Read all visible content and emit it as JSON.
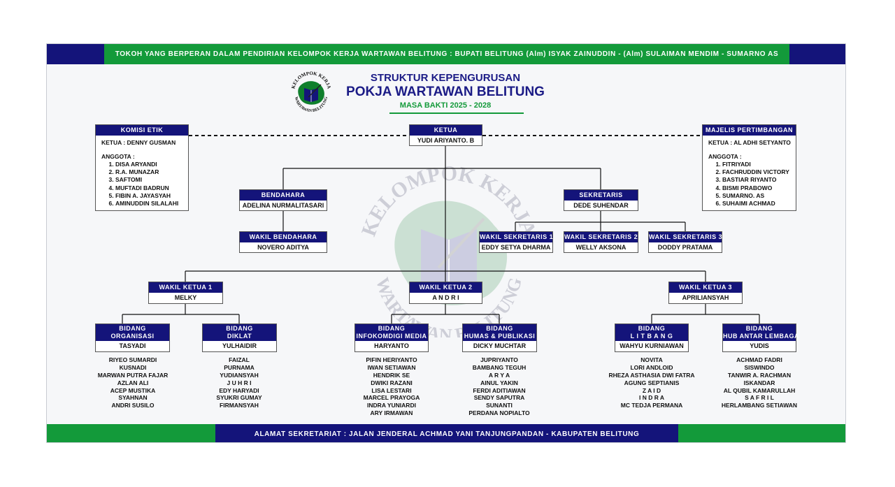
{
  "top_banner": "TOKOH YANG BERPERAN DALAM PENDIRIAN KELOMPOK KERJA WARTAWAN BELITUNG  :  BUPATI BELITUNG (Alm) ISYAK ZAINUDDIN - (Alm) SULAIMAN MENDIM - SUMARNO AS",
  "bottom_banner": "ALAMAT SEKRETARIAT   :   JALAN JENDERAL ACHMAD YANI TANJUNGPANDAN - KABUPATEN BELITUNG",
  "title": {
    "line1": "STRUKTUR KEPENGURUSAN",
    "line2": "POKJA WARTAWAN BELITUNG",
    "line3": "MASA BAKTI 2025 - 2028"
  },
  "logo": {
    "top_text": "KELOMPOK KERJA",
    "bottom_text": "WARTAWAN BELITUNG"
  },
  "watermark": {
    "top_text": "KELOMPOK KERJA",
    "bottom_text": "WARTAWAN BELITUNG"
  },
  "komisi_etik": {
    "title": "KOMISI ETIK",
    "ketua": "KETUA  :  DENNY GUSMAN",
    "anggota_label": "ANGGOTA  :",
    "members": [
      "DISA ARYANDI",
      "R.A. MUNAZAR",
      "SAFTOMI",
      "MUFTADI BADRUN",
      "FIBIN A. JAYASYAH",
      "AMINUDDIN SILALAHI"
    ]
  },
  "majelis": {
    "title": "MAJELIS PERTIMBANGAN",
    "ketua": "KETUA  :  AL  ADHI SETYANTO",
    "anggota_label": "ANGGOTA  :",
    "members": [
      "FITRIYADI",
      "FACHRUDDIN VICTORY",
      "BASTIAR RIYANTO",
      "BISMI PRABOWO",
      "SUMARNO. AS",
      "SUHAIMI ACHMAD"
    ]
  },
  "ketua": {
    "title": "KETUA",
    "name": "YUDI ARIYANTO. B"
  },
  "bendahara": {
    "title": "BENDAHARA",
    "name": "ADELINA NURMALITASARI"
  },
  "wakil_bendahara": {
    "title": "WAKIL BENDAHARA",
    "name": "NOVERO ADITYA"
  },
  "sekretaris": {
    "title": "SEKRETARIS",
    "name": "DEDE SUHENDAR"
  },
  "wakil_sekretaris_1": {
    "title": "WAKIL SEKRETARIS 1",
    "name": "EDDY SETYA DHARMA"
  },
  "wakil_sekretaris_2": {
    "title": "WAKIL SEKRETARIS 2",
    "name": "WELLY AKSONA"
  },
  "wakil_sekretaris_3": {
    "title": "WAKIL SEKRETARIS 3",
    "name": "DODDY PRATAMA"
  },
  "wakil_ketua_1": {
    "title": "WAKIL KETUA 1",
    "name": "MELKY"
  },
  "wakil_ketua_2": {
    "title": "WAKIL KETUA 2",
    "name": "A N D R I"
  },
  "wakil_ketua_3": {
    "title": "WAKIL KETUA 3",
    "name": "APRILIANSYAH"
  },
  "bidang": [
    {
      "l1": "BIDANG",
      "l2": "ORGANISASI",
      "head": "TASYADI",
      "members": [
        "RIYEO SUMARDI",
        "KUSNADI",
        "MARWAN PUTRA FAJAR",
        "AZLAN ALI",
        "ACEP MUSTIKA",
        "SYAHNAN",
        "ANDRI SUSILO"
      ]
    },
    {
      "l1": "BIDANG",
      "l2": "DIKLAT",
      "head": "YULHAIDIR",
      "members": [
        "FAIZAL",
        "PURNAMA",
        "YUDIANSYAH",
        "J U H R I",
        "EDY HARYADI",
        "SYUKRI GUMAY",
        "FIRMANSYAH"
      ]
    },
    {
      "l1": "BIDANG",
      "l2": "INFOKOMDIGI MEDIA",
      "head": "HARYANTO",
      "members": [
        "PIFIN HERIYANTO",
        "IWAN SETIAWAN",
        "HENDRIK SE",
        "DWIKI RAZANI",
        "LISA LESTARI",
        "MARCEL PRAYOGA",
        "INDRA YUNIARDI",
        "ARY IRMAWAN"
      ]
    },
    {
      "l1": "BIDANG",
      "l2": "HUMAS & PUBLIKASI",
      "head": "DICKY MUCHTAR",
      "members": [
        "JUPRIYANTO",
        "BAMBANG TEGUH",
        "A R Y A",
        "AINUL YAKIN",
        "FERDI ADITIAWAN",
        "SENDY SAPUTRA",
        "SUNANTI",
        "PERDANA NOPIALTO"
      ]
    },
    {
      "l1": "BIDANG",
      "l2": "L I T B A N G",
      "head": "WAHYU KURNIAWAN",
      "members": [
        "NOVITA",
        "LORI ANDLOID",
        "RHEZA ASTHASIA DWI FATRA",
        "AGUNG SEPTIANIS",
        "Z A I D",
        "I N D R A",
        "MC TEDJA PERMANA"
      ]
    },
    {
      "l1": "BIDANG",
      "l2": "HUB ANTAR LEMBAGA",
      "head": "YUDIS",
      "members": [
        "ACHMAD FADRI",
        "SISWINDO",
        "TANWIR A. RACHMAN",
        "ISKANDAR",
        "AL QUBIL KAMARULLAH",
        "S A F R I L",
        "HERLAMBANG SETIAWAN"
      ]
    }
  ],
  "colors": {
    "navy": "#14147a",
    "green": "#139a3a",
    "title_blue": "#1b1b86"
  }
}
